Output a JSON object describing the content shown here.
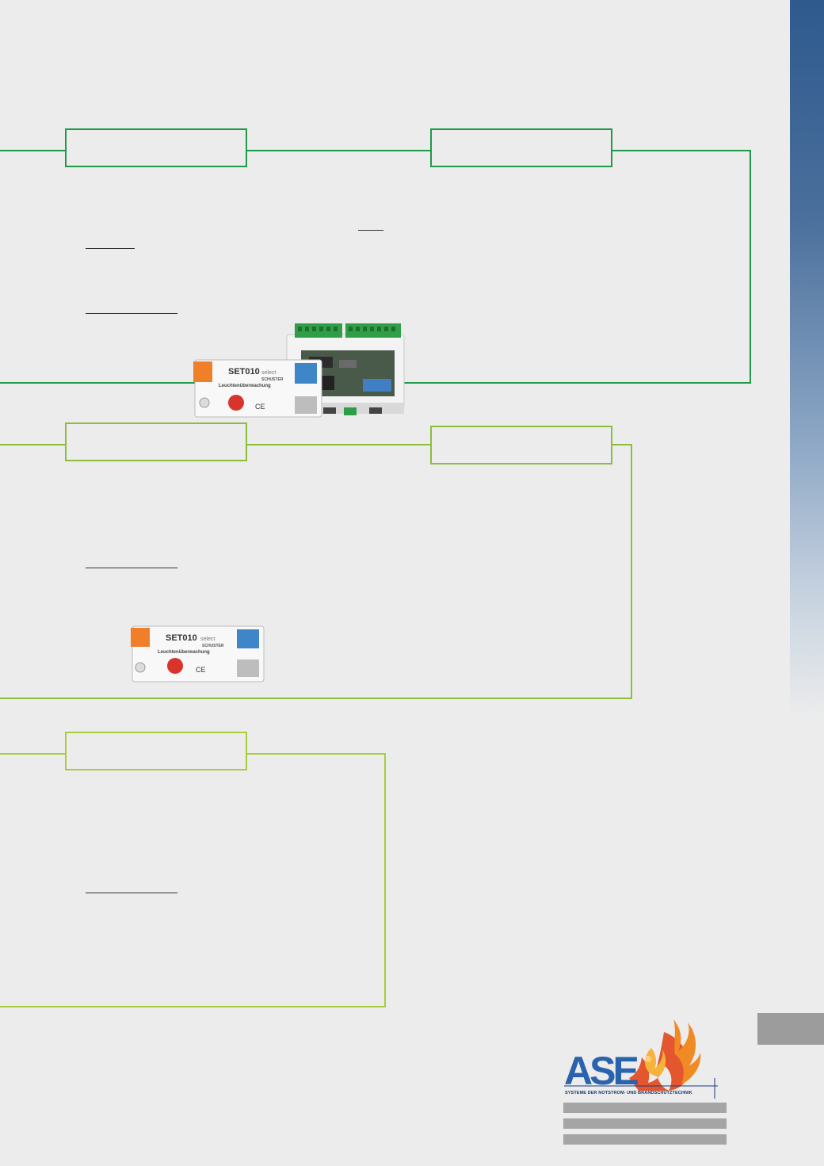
{
  "colors": {
    "section_1": "#1e9a4a",
    "section_2": "#8cbd3c",
    "section_3": "#a9cd3c",
    "side_strip": "#2e5a8e",
    "page_tab": "#9c9c9c"
  },
  "product_photos": [
    {
      "icon": "controller-module-photo"
    },
    {
      "icon": "luminaire-switch-module-photo"
    }
  ],
  "logo": {
    "brand": "ASE",
    "registered": "®",
    "tagline": "SYSTEME DER NOTSTROM- UND BRANDSCHUTZTECHNIK"
  },
  "device_labels": {
    "model": "SET010",
    "variant": "select",
    "maker": "SCHUSTER",
    "function": "Leuchtenüberwachung",
    "ce": "CE"
  }
}
